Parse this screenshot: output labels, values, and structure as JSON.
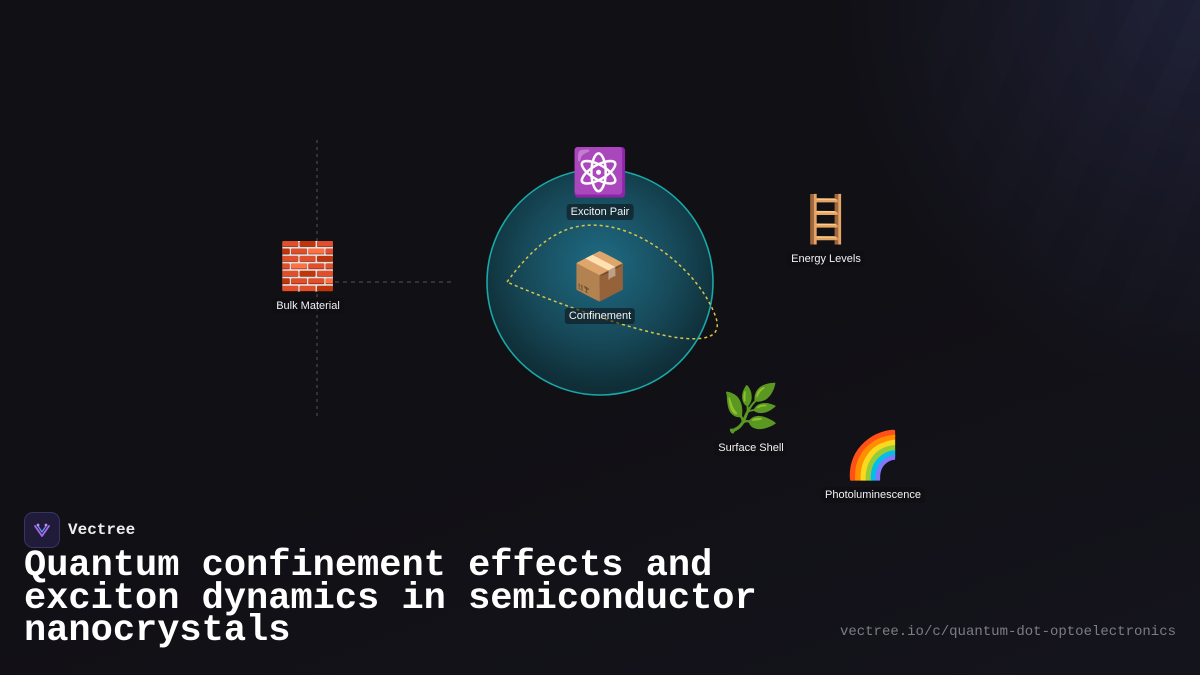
{
  "diagram": {
    "nodes": [
      {
        "id": "bulk",
        "label": "Bulk Material",
        "icon": "brick-icon",
        "glyph": "🧱"
      },
      {
        "id": "exciton",
        "label": "Exciton Pair",
        "icon": "atom-icon",
        "glyph": "⚛️"
      },
      {
        "id": "confinement",
        "label": "Confinement",
        "icon": "package-icon",
        "glyph": "📦"
      },
      {
        "id": "energy",
        "label": "Energy Levels",
        "icon": "ladder-icon",
        "glyph": "🪜"
      },
      {
        "id": "shell",
        "label": "Surface Shell",
        "icon": "herb-icon",
        "glyph": "🌿"
      },
      {
        "id": "pl",
        "label": "Photoluminescence",
        "icon": "rainbow-icon",
        "glyph": "🌈"
      }
    ],
    "colors": {
      "circle_stroke": "#19a7a7",
      "circle_fill": "#1a5c70",
      "path_dashed": "#d8c44a",
      "guide": "#55555f"
    }
  },
  "brand": {
    "name": "Vectree",
    "icon": "vectree-logo-icon"
  },
  "title": "Quantum confinement effects and exciton dynamics in semiconductor nanocrystals",
  "url": "vectree.io/c/quantum-dot-optoelectronics"
}
